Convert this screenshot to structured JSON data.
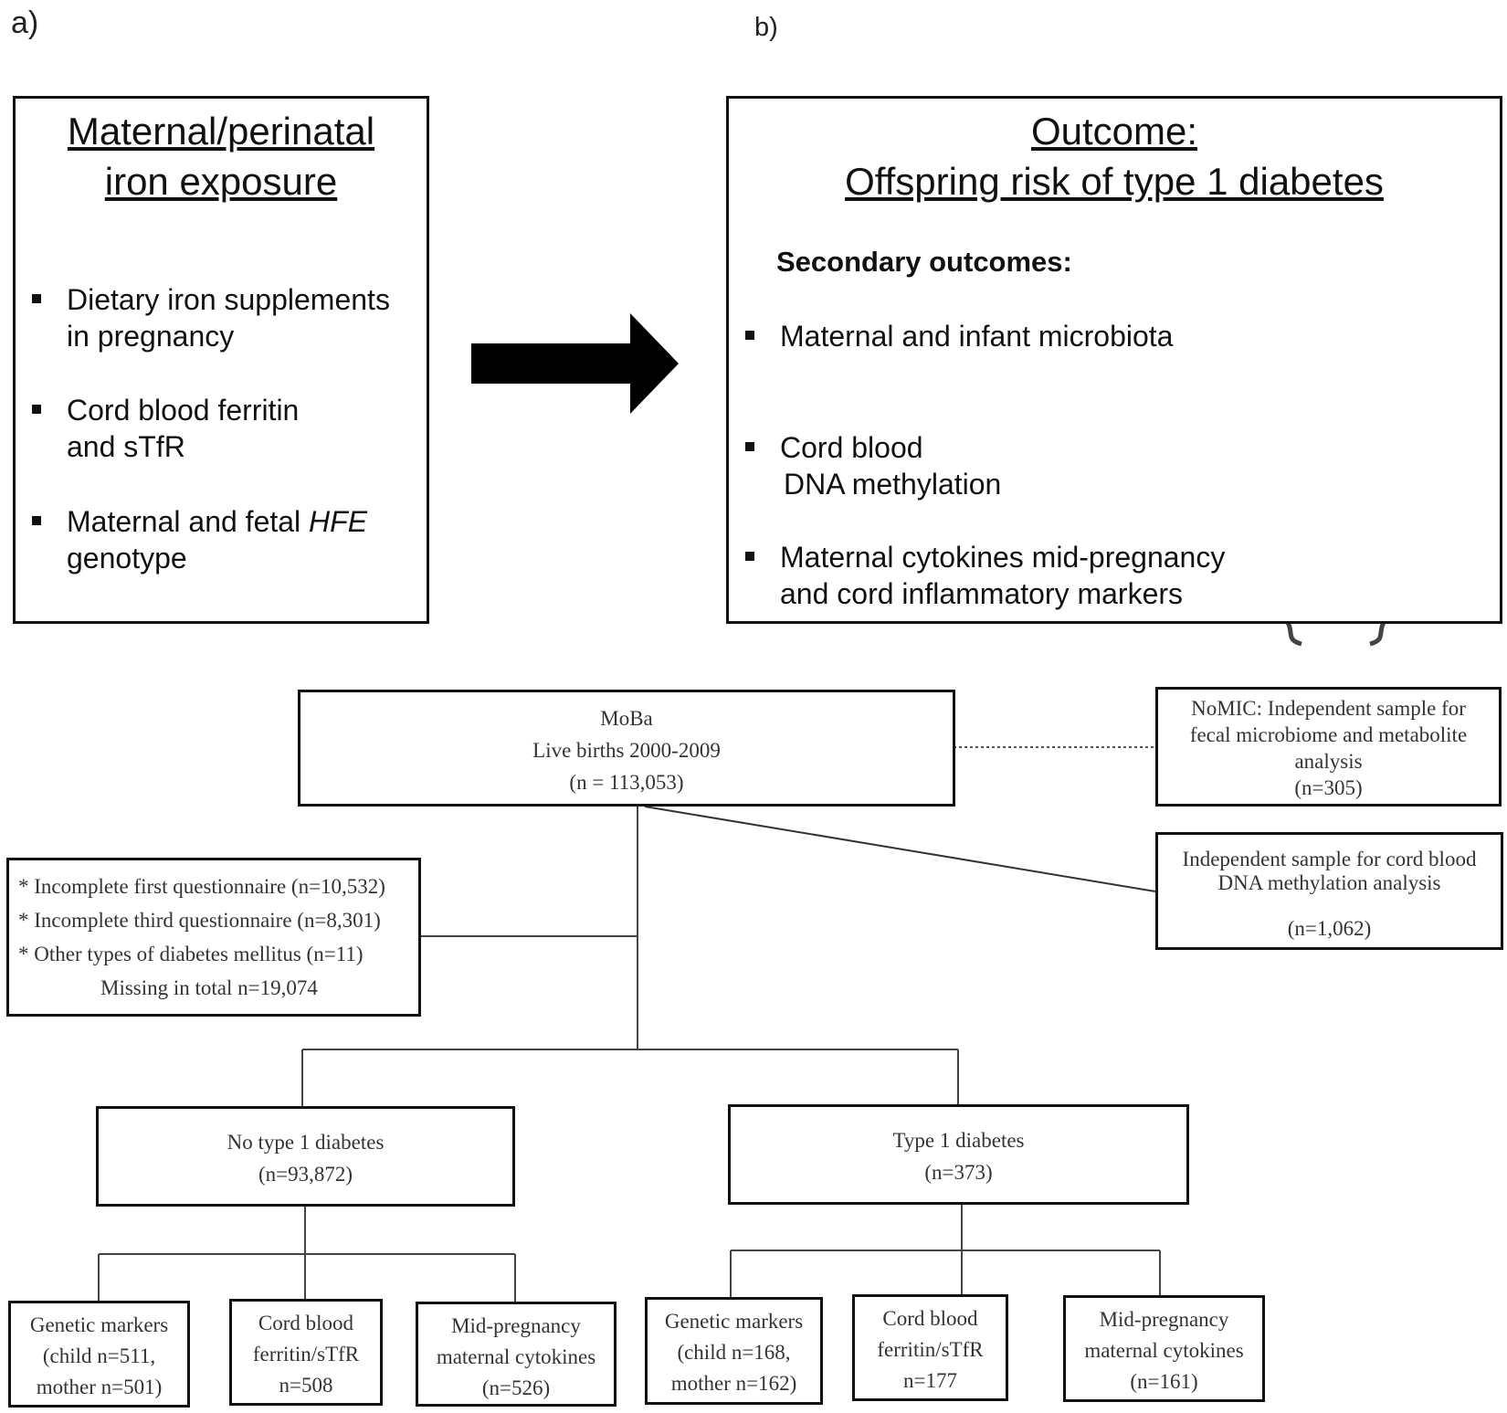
{
  "panel_labels": {
    "a": "a)",
    "b": "b)"
  },
  "exposure": {
    "title_line1": "Maternal/perinatal",
    "title_line2": "iron exposure",
    "items": [
      {
        "line1": "Dietary iron supplements",
        "line2": "in pregnancy"
      },
      {
        "line1": "Cord blood ferritin",
        "line2": "and sTfR"
      },
      {
        "line1_pre": "Maternal and fetal ",
        "line1_italic": "HFE",
        "line2": "genotype"
      }
    ]
  },
  "outcome": {
    "title_line1": "Outcome:",
    "title_line2": "Offspring risk of type 1 diabetes",
    "secondary_heading": "Secondary outcomes:",
    "items": [
      {
        "line1": "Maternal and infant microbiota",
        "line2": ""
      },
      {
        "line1": "Cord blood",
        "line2": "DNA methylation"
      },
      {
        "line1": "Maternal cytokines mid-pregnancy",
        "line2": "and cord inflammatory markers"
      }
    ],
    "icons": [
      "bacterium-icon",
      "dna-helix-icon",
      "protein-structure-icon"
    ]
  },
  "flowchart": {
    "moba": {
      "line1": "MoBa",
      "line2": "Live births 2000-2009",
      "line3": "(n = 113,053)"
    },
    "nomic": {
      "line1": "NoMIC: Independent sample for",
      "line2": "fecal microbiome and metabolite",
      "line3": "analysis",
      "line4": "(n=305)"
    },
    "methylation": {
      "line1": "Independent sample for cord blood",
      "line2": "DNA methylation analysis",
      "line3": "(n=1,062)"
    },
    "missing": {
      "line1": "* Incomplete first questionnaire (n=10,532)",
      "line2": "* Incomplete third questionnaire (n=8,301)",
      "line3": "* Other types of diabetes mellitus (n=11)",
      "line4": "Missing in total n=19,074"
    },
    "no_t1d": {
      "line1": "No type 1 diabetes",
      "line2": "(n=93,872)"
    },
    "t1d": {
      "line1": "Type 1 diabetes",
      "line2": "(n=373)"
    },
    "no_t1d_children": [
      {
        "line1": "Genetic markers",
        "line2": "(child n=511,",
        "line3": "mother n=501)"
      },
      {
        "line1": "Cord blood",
        "line2": "ferritin/sTfR",
        "line3": "n=508"
      },
      {
        "line1": "Mid-pregnancy",
        "line2": "maternal cytokines",
        "line3": "(n=526)"
      }
    ],
    "t1d_children": [
      {
        "line1": "Genetic markers",
        "line2": "(child n=168,",
        "line3": "mother n=162)"
      },
      {
        "line1": "Cord blood",
        "line2": "ferritin/sTfR",
        "line3": "n=177"
      },
      {
        "line1": "Mid-pregnancy",
        "line2": "maternal cytokines",
        "line3": "(n=161)"
      }
    ]
  }
}
